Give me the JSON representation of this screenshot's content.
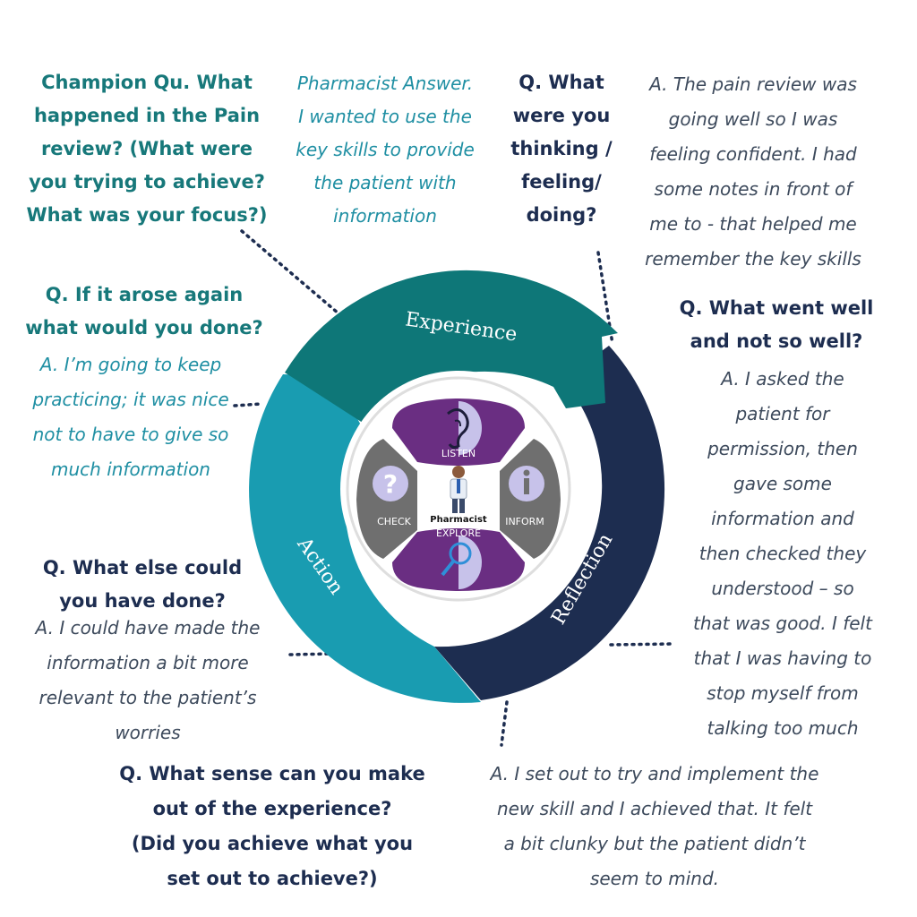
{
  "colors": {
    "experience": "#0e7778",
    "reflection": "#1d2d50",
    "action": "#199cb1",
    "purple": "#6a2e82",
    "grey_segment": "#6f6f6f",
    "light_purple": "#c7c2ea"
  },
  "cycle": {
    "experience": "Experience",
    "reflection": "Reflection",
    "action": "Action"
  },
  "hub": {
    "listen": "LISTEN",
    "explore": "EXPLORE",
    "check": "CHECK",
    "inform": "INFORM",
    "center": "Pharmacist",
    "icons": [
      "ear-icon",
      "question-icon",
      "info-icon",
      "magnifier-icon",
      "pharmacist-figure"
    ]
  },
  "champion_q": "Champion Qu. What\nhappened in the Pain\nreview? (What were\nyou trying to achieve?\nWhat was your focus?)",
  "pharmacist_answer": "Pharmacist Answer.\nI wanted to use the\nkey skills to provide\nthe patient with\ninformation",
  "q_thinking": "Q. What\nwere you\nthinking /\nfeeling/\ndoing?",
  "a_thinking": "A. The pain review was\ngoing well so I was\nfeeling confident. I had\nsome notes in front of\nme to - that helped me\nremember the key skills",
  "q_arose": "Q. If it arose again\nwhat would you done?",
  "a_arose": "A. I’m going to keep\npracticing; it was nice\nnot to have to give so\nmuch information",
  "q_went_well": "Q. What went well\nand not so well?",
  "a_went_well": "A. I asked the\npatient for\npermission, then\ngave some\ninformation and\nthen checked they\nunderstood – so\nthat was good. I felt\nthat I was having to\nstop myself from\ntalking too much",
  "q_else": "Q. What else could\nyou have done?",
  "a_else": "A. I could have made the\ninformation a bit more\nrelevant to the patient’s\nworries",
  "q_sense": "Q. What sense can you make\nout of the experience?\n(Did you achieve what you\nset out to achieve?)",
  "a_sense": "A. I set out to try and implement the\nnew skill and I achieved that. It felt\na bit clunky but the patient didn’t\nseem to mind."
}
